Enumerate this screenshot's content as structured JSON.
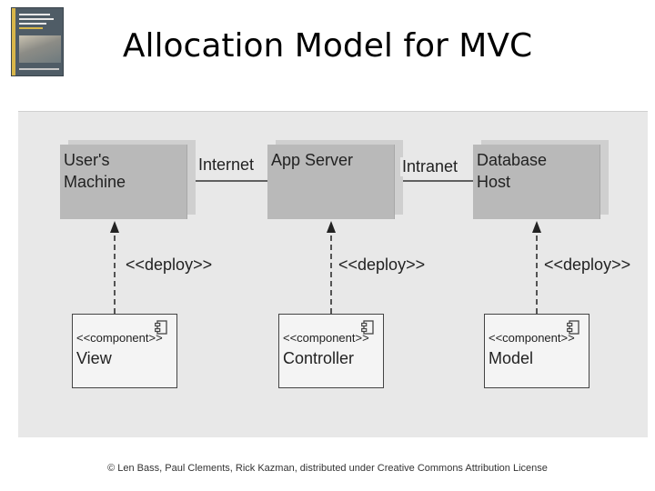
{
  "slide": {
    "title": "Allocation Model for MVC",
    "footer": "© Len Bass, Paul Clements, Rick Kazman, distributed under Creative Commons Attribution License"
  },
  "diagram": {
    "nodes": [
      {
        "line1": "User's",
        "line2": "Machine"
      },
      {
        "line1": "App Server",
        "line2": ""
      },
      {
        "line1": "Database",
        "line2": "Host"
      }
    ],
    "connections": [
      "Internet",
      "Intranet"
    ],
    "deploy_label": "<<deploy>>",
    "components": [
      {
        "stereotype": "<<component>>",
        "name": "View"
      },
      {
        "stereotype": "<<component>>",
        "name": "Controller"
      },
      {
        "stereotype": "<<component>>",
        "name": "Model"
      }
    ],
    "colors": {
      "background": "#e8e8e8",
      "node_fill": "#b9b9b9",
      "component_fill": "#f4f4f4"
    }
  }
}
